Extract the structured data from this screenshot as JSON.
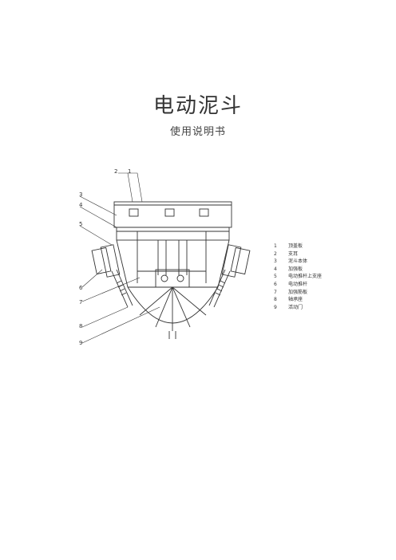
{
  "document": {
    "title": "电动泥斗",
    "subtitle": "使用说明书"
  },
  "callouts": [
    "2",
    "1",
    "3",
    "4",
    "5",
    "6",
    "7",
    "8",
    "9"
  ],
  "legend": [
    {
      "num": "1",
      "text": "顶盖板"
    },
    {
      "num": "2",
      "text": "支耳"
    },
    {
      "num": "3",
      "text": "泥斗本体"
    },
    {
      "num": "4",
      "text": "加强板"
    },
    {
      "num": "5",
      "text": "电动推杆上支座"
    },
    {
      "num": "6",
      "text": "电动推杆"
    },
    {
      "num": "7",
      "text": "加强筋板"
    },
    {
      "num": "8",
      "text": "轴承座"
    },
    {
      "num": "9",
      "text": "活动门"
    }
  ]
}
